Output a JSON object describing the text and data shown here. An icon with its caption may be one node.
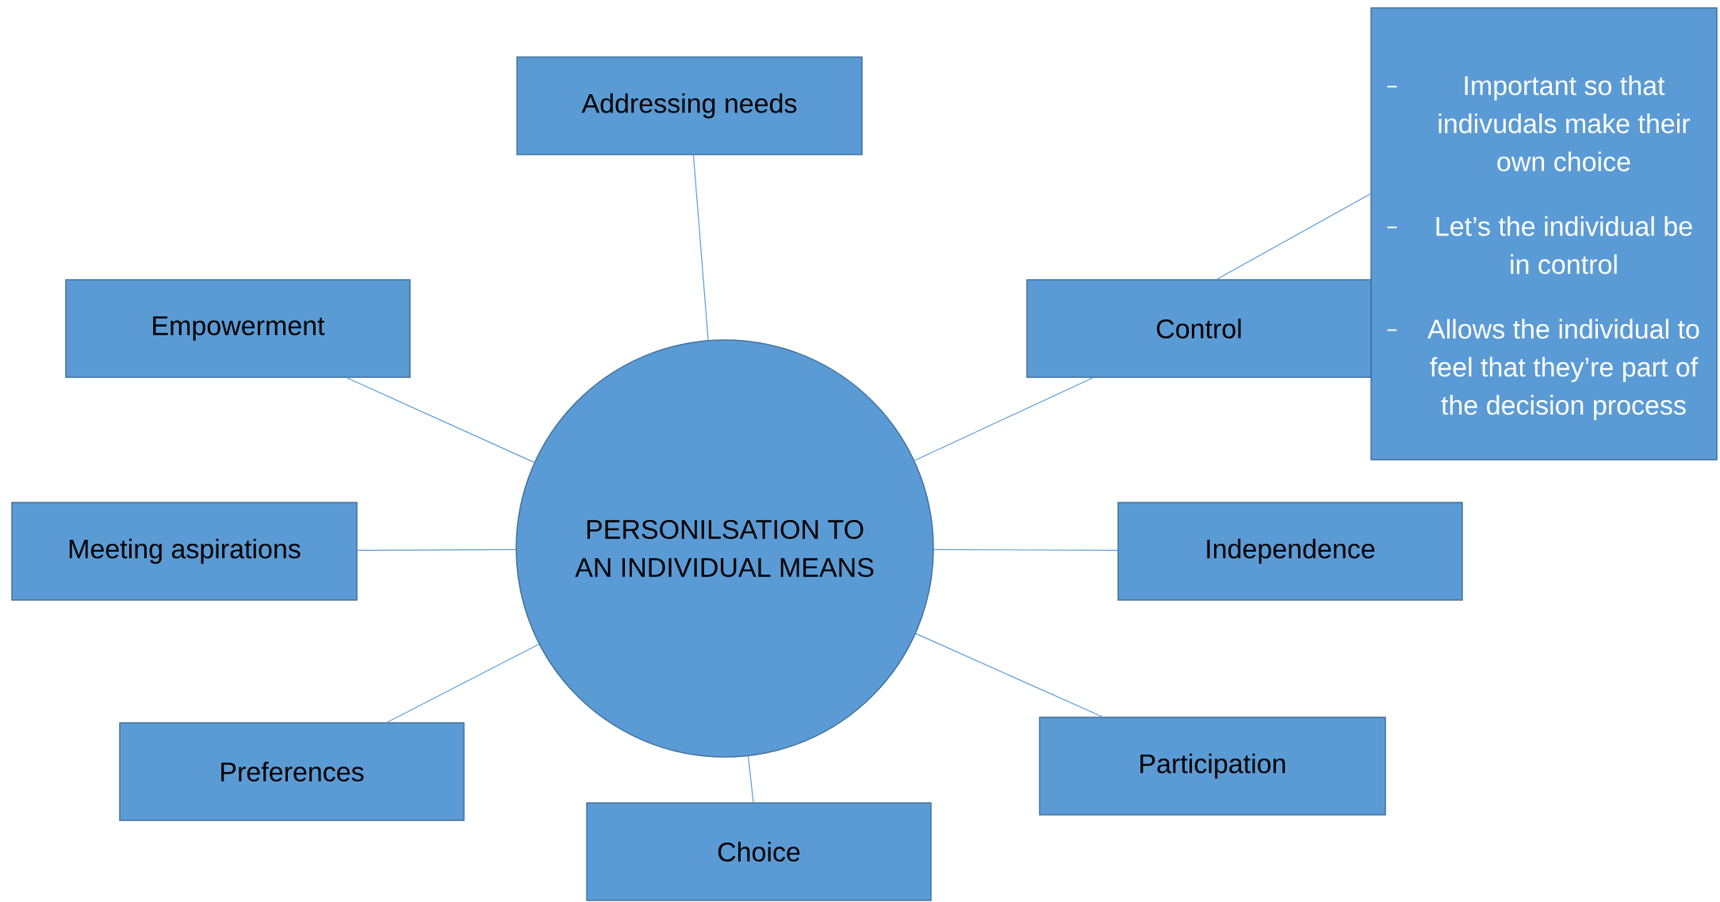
{
  "diagram": {
    "nodes": [
      {
        "text": [
          "Addressing needs"
        ]
      },
      {
        "text": [
          "Important so that indivudals make their own choice",
          "Let’s the individual be in control",
          "Allows the individual to feel that they’re part of the decision process"
        ]
      },
      {
        "text": [
          "Empowerment"
        ]
      },
      {
        "text": [
          "Control"
        ]
      },
      {
        "text": [
          "PERSONILSATION TO AN INDIVIDUAL MEANS"
        ]
      },
      {
        "text": [
          "Meeting aspirations"
        ]
      },
      {
        "text": [
          "Independence"
        ]
      },
      {
        "text": [
          "Preferences"
        ]
      },
      {
        "text": [
          "Participation"
        ]
      },
      {
        "text": [
          "Choice"
        ]
      }
    ],
    "edges": [
      {
        "from": 4,
        "to": 0,
        "arrow": "none"
      },
      {
        "from": 4,
        "to": 2,
        "arrow": "none"
      },
      {
        "from": 4,
        "to": 3,
        "arrow": "none"
      },
      {
        "from": 3,
        "to": 1,
        "arrow": "none"
      },
      {
        "from": 4,
        "to": 5,
        "arrow": "none"
      },
      {
        "from": 4,
        "to": 6,
        "arrow": "none"
      },
      {
        "from": 4,
        "to": 7,
        "arrow": "none"
      },
      {
        "from": 4,
        "to": 8,
        "arrow": "none"
      },
      {
        "from": 4,
        "to": 9,
        "arrow": "none"
      }
    ]
  }
}
